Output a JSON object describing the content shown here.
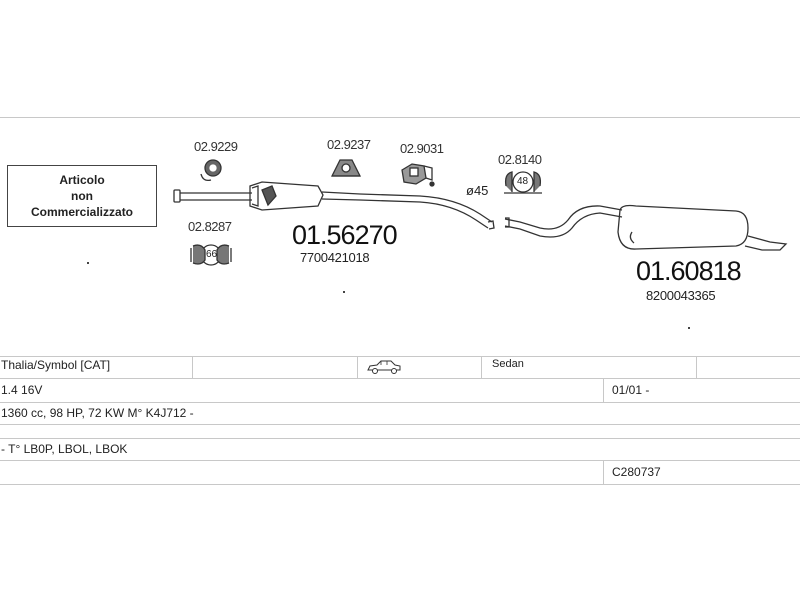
{
  "note": {
    "line1": "Articolo",
    "line2": "non",
    "line3": "Commercializzato"
  },
  "parts": {
    "p1": {
      "code": "02.9229"
    },
    "p2": {
      "code": "02.8287",
      "badge": "66"
    },
    "p3": {
      "code": "02.9237"
    },
    "p4": {
      "code": "02.9031"
    },
    "p5": {
      "code": "02.8140",
      "badge": "48"
    },
    "front_pipe": {
      "code": "01.56270",
      "oem": "7700421018"
    },
    "rear_silencer": {
      "code": "01.60818",
      "oem": "8200043365"
    },
    "diameter": "ø45"
  },
  "vehicle": {
    "row1": {
      "model": "Thalia/Symbol  [CAT]",
      "body": "Sedan",
      "body_icon": "sedan-car-icon"
    },
    "row2": {
      "engine": "1.4 16V",
      "date": "01/01 -"
    },
    "row3": {
      "spec": "1360 cc, 98 HP, 72 KW  M° K4J712 -"
    },
    "row4": {
      "types": "- T° LB0P, LBOL, LBOK"
    },
    "row5": {
      "ref": "C280737"
    }
  },
  "colors": {
    "line": "#c8c8c8",
    "drawing": "#333333"
  }
}
